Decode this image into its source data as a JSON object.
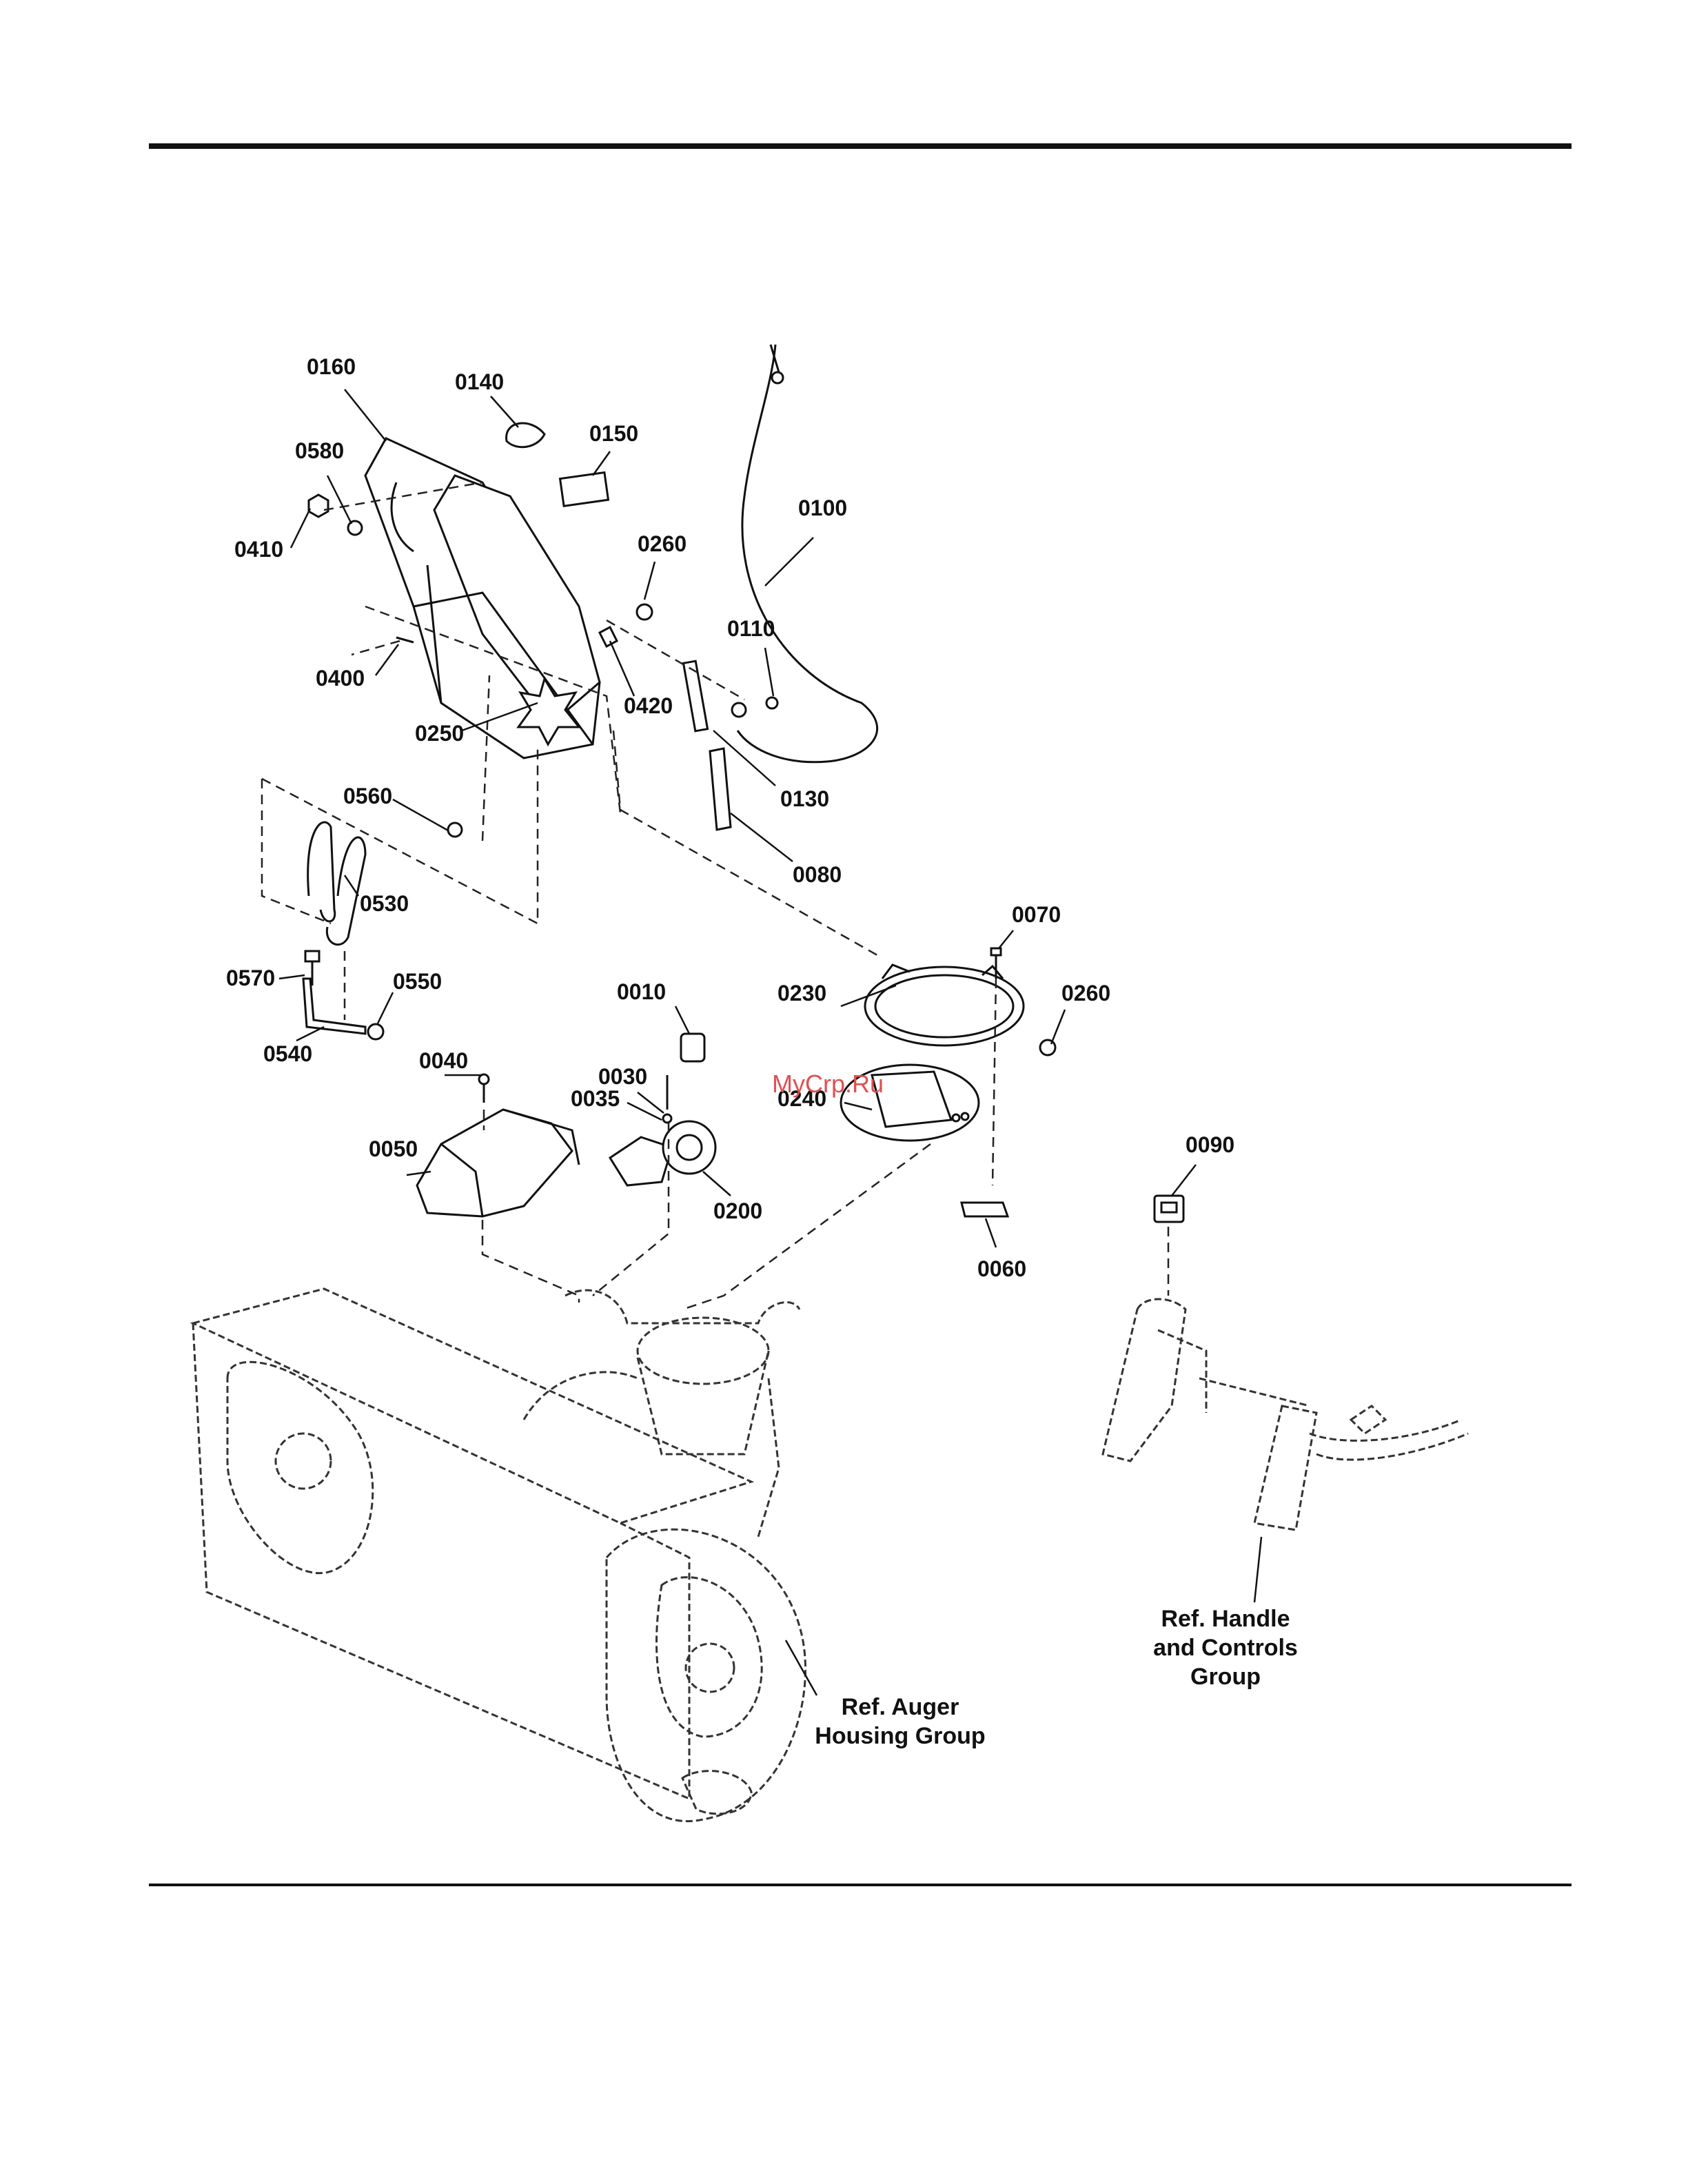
{
  "callouts": {
    "c0160": "0160",
    "c0140": "0140",
    "c0150": "0150",
    "c0580": "0580",
    "c0410": "0410",
    "c0100": "0100",
    "c0260a": "0260",
    "c0110": "0110",
    "c0400": "0400",
    "c0420": "0420",
    "c0250": "0250",
    "c0130": "0130",
    "c0560": "0560",
    "c0080": "0080",
    "c0530": "0530",
    "c0070": "0070",
    "c0570": "0570",
    "c0550": "0550",
    "c0010": "0010",
    "c0230": "0230",
    "c0260b": "0260",
    "c0540": "0540",
    "c0040": "0040",
    "c0030": "0030",
    "c0035": "0035",
    "c0240": "0240",
    "c0050": "0050",
    "c0090": "0090",
    "c0200": "0200",
    "c0060": "0060"
  },
  "refs": {
    "auger_line1": "Ref. Auger",
    "auger_line2": "Housing Group",
    "handle_line1": "Ref. Handle",
    "handle_line2": "and Controls",
    "handle_line3": "Group"
  },
  "watermark": "MyCrp.Ru",
  "colors": {
    "line": "#111111",
    "watermark": "#e05050",
    "background": "#ffffff"
  }
}
